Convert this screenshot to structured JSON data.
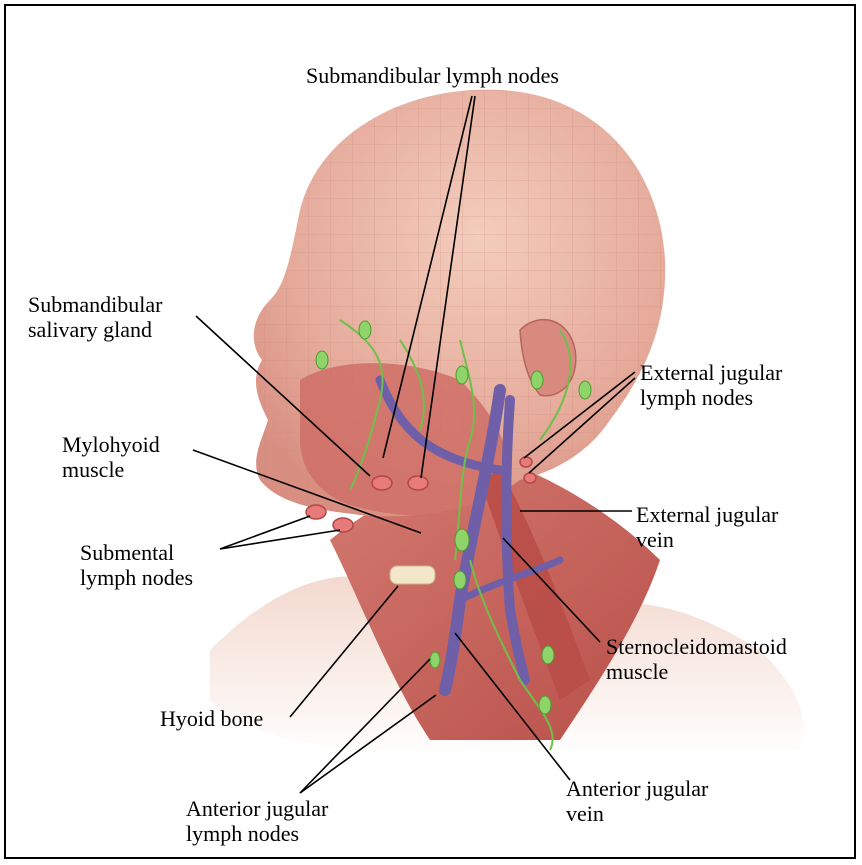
{
  "labels": {
    "submandibular_lymph_nodes": "Submandibular lymph nodes",
    "submandibular_salivary_gland": "Submandibular\nsalivary gland",
    "external_jugular_lymph_nodes": "External jugular\nlymph nodes",
    "mylohyoid_muscle": "Mylohyoid\nmuscle",
    "external_jugular_vein": "External jugular\nvein",
    "submental_lymph_nodes": "Submental\nlymph nodes",
    "sternocleidomastoid_muscle": "Sternocleidomastoid\nmuscle",
    "hyoid_bone": "Hyoid bone",
    "anterior_jugular_vein": "Anterior jugular\nvein",
    "anterior_jugular_lymph_nodes": "Anterior jugular\nlymph nodes"
  },
  "colors": {
    "skin": "#e9b9a7",
    "muscle": "#c9645c",
    "vein": "#6e5fa8",
    "lymph_vessel": "#6fbf4a",
    "node": "#e87a7a"
  }
}
